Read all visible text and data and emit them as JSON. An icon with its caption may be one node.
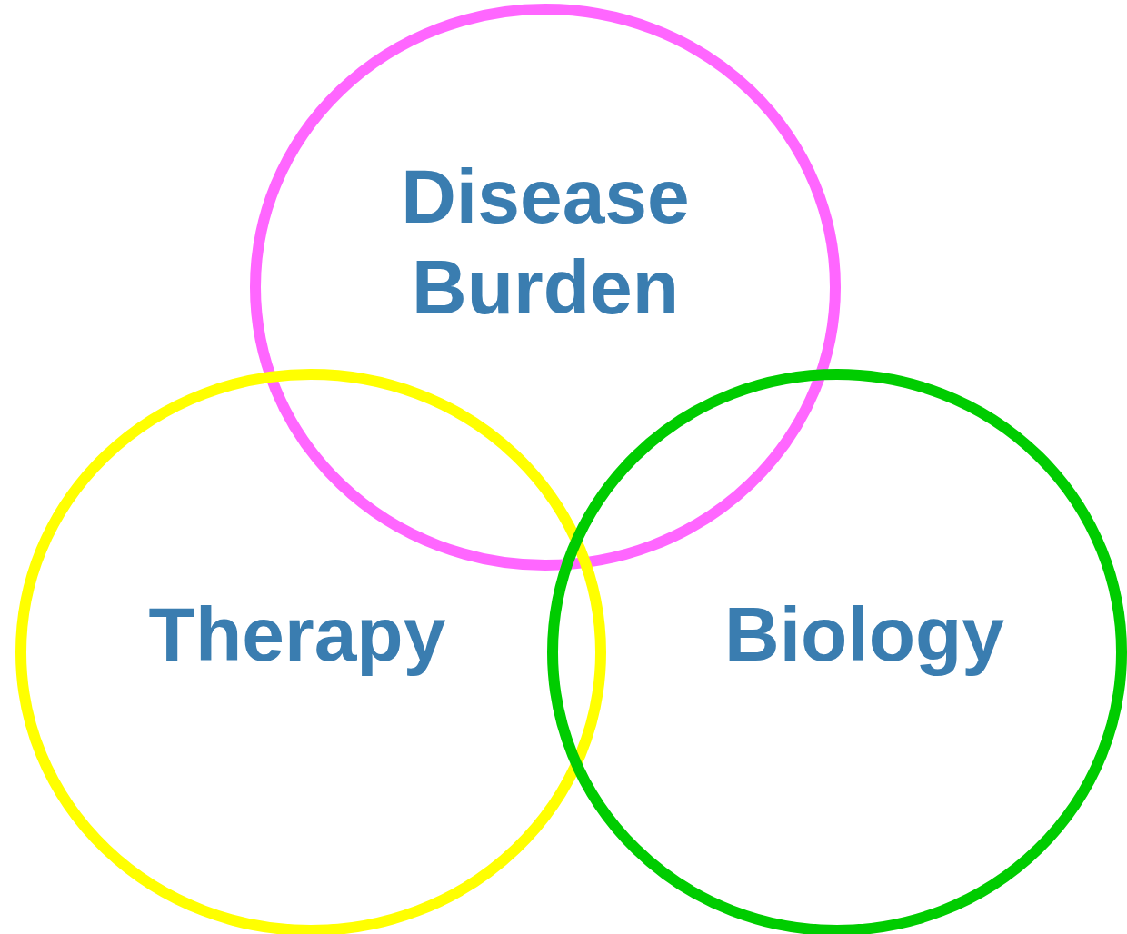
{
  "diagram": {
    "nodes": [
      {
        "text": [
          "Disease Burden"
        ]
      },
      {
        "text": [
          "Therapy"
        ]
      },
      {
        "text": [
          "Biology"
        ]
      }
    ]
  }
}
